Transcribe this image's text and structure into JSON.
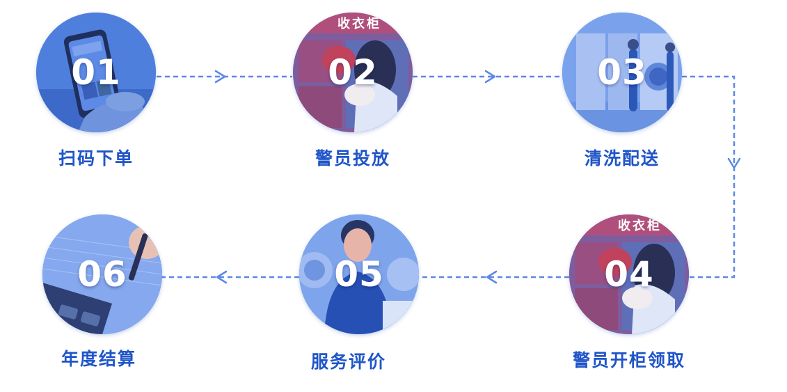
{
  "colors": {
    "primary": "#2f62d6",
    "label": "#1f55c8",
    "connector": "#5b87e6"
  },
  "steps": [
    {
      "number": "01",
      "label": "扫码下单",
      "photo": "phone-ordering-photo"
    },
    {
      "number": "02",
      "label": "警员投放",
      "photo": "locker-drop-off-photo"
    },
    {
      "number": "03",
      "label": "清洗配送",
      "photo": "laundry-machines-photo"
    },
    {
      "number": "04",
      "label": "警员开柜领取",
      "photo": "locker-pickup-photo"
    },
    {
      "number": "05",
      "label": "服务评价",
      "photo": "service-staff-photo"
    },
    {
      "number": "06",
      "label": "年度结算",
      "photo": "calculator-settlement-photo"
    }
  ],
  "locker_sign_text": "收衣柜"
}
